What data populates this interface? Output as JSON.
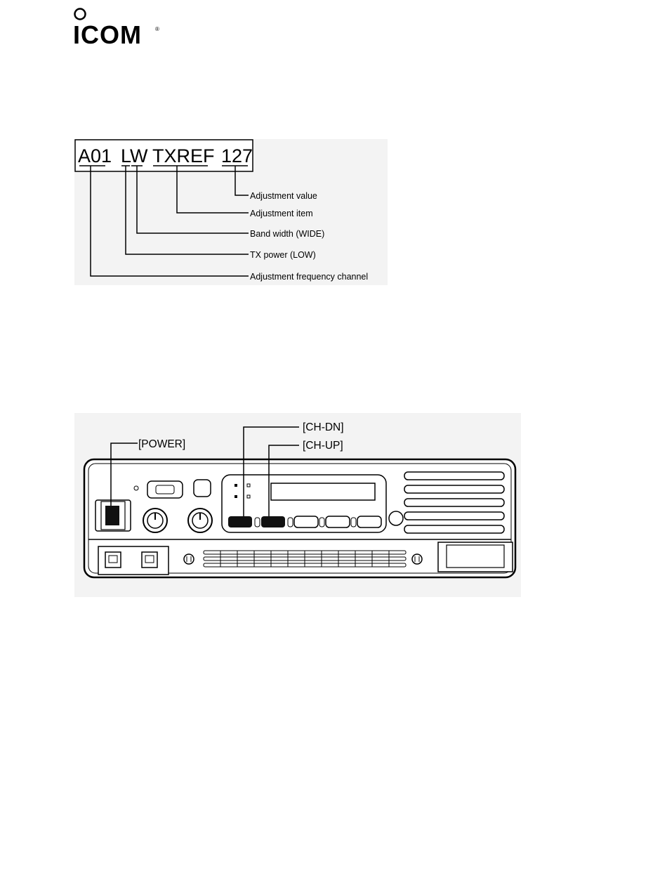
{
  "logo": {
    "text": "ICOM",
    "reg_mark": "®"
  },
  "display_diagram": {
    "segments": {
      "channel": "A01",
      "power": "L",
      "bandwidth": "W",
      "item": "TXREF",
      "value": "127"
    },
    "callouts": {
      "value": "Adjustment value",
      "item": "Adjustment item",
      "bandwidth": "Band width (WIDE)",
      "power": "TX power (LOW)",
      "channel": "Adjustment frequency channel"
    }
  },
  "panel_diagram": {
    "labels": {
      "power": "[POWER]",
      "ch_dn": "[CH-DN]",
      "ch_up": "[CH-UP]"
    }
  }
}
